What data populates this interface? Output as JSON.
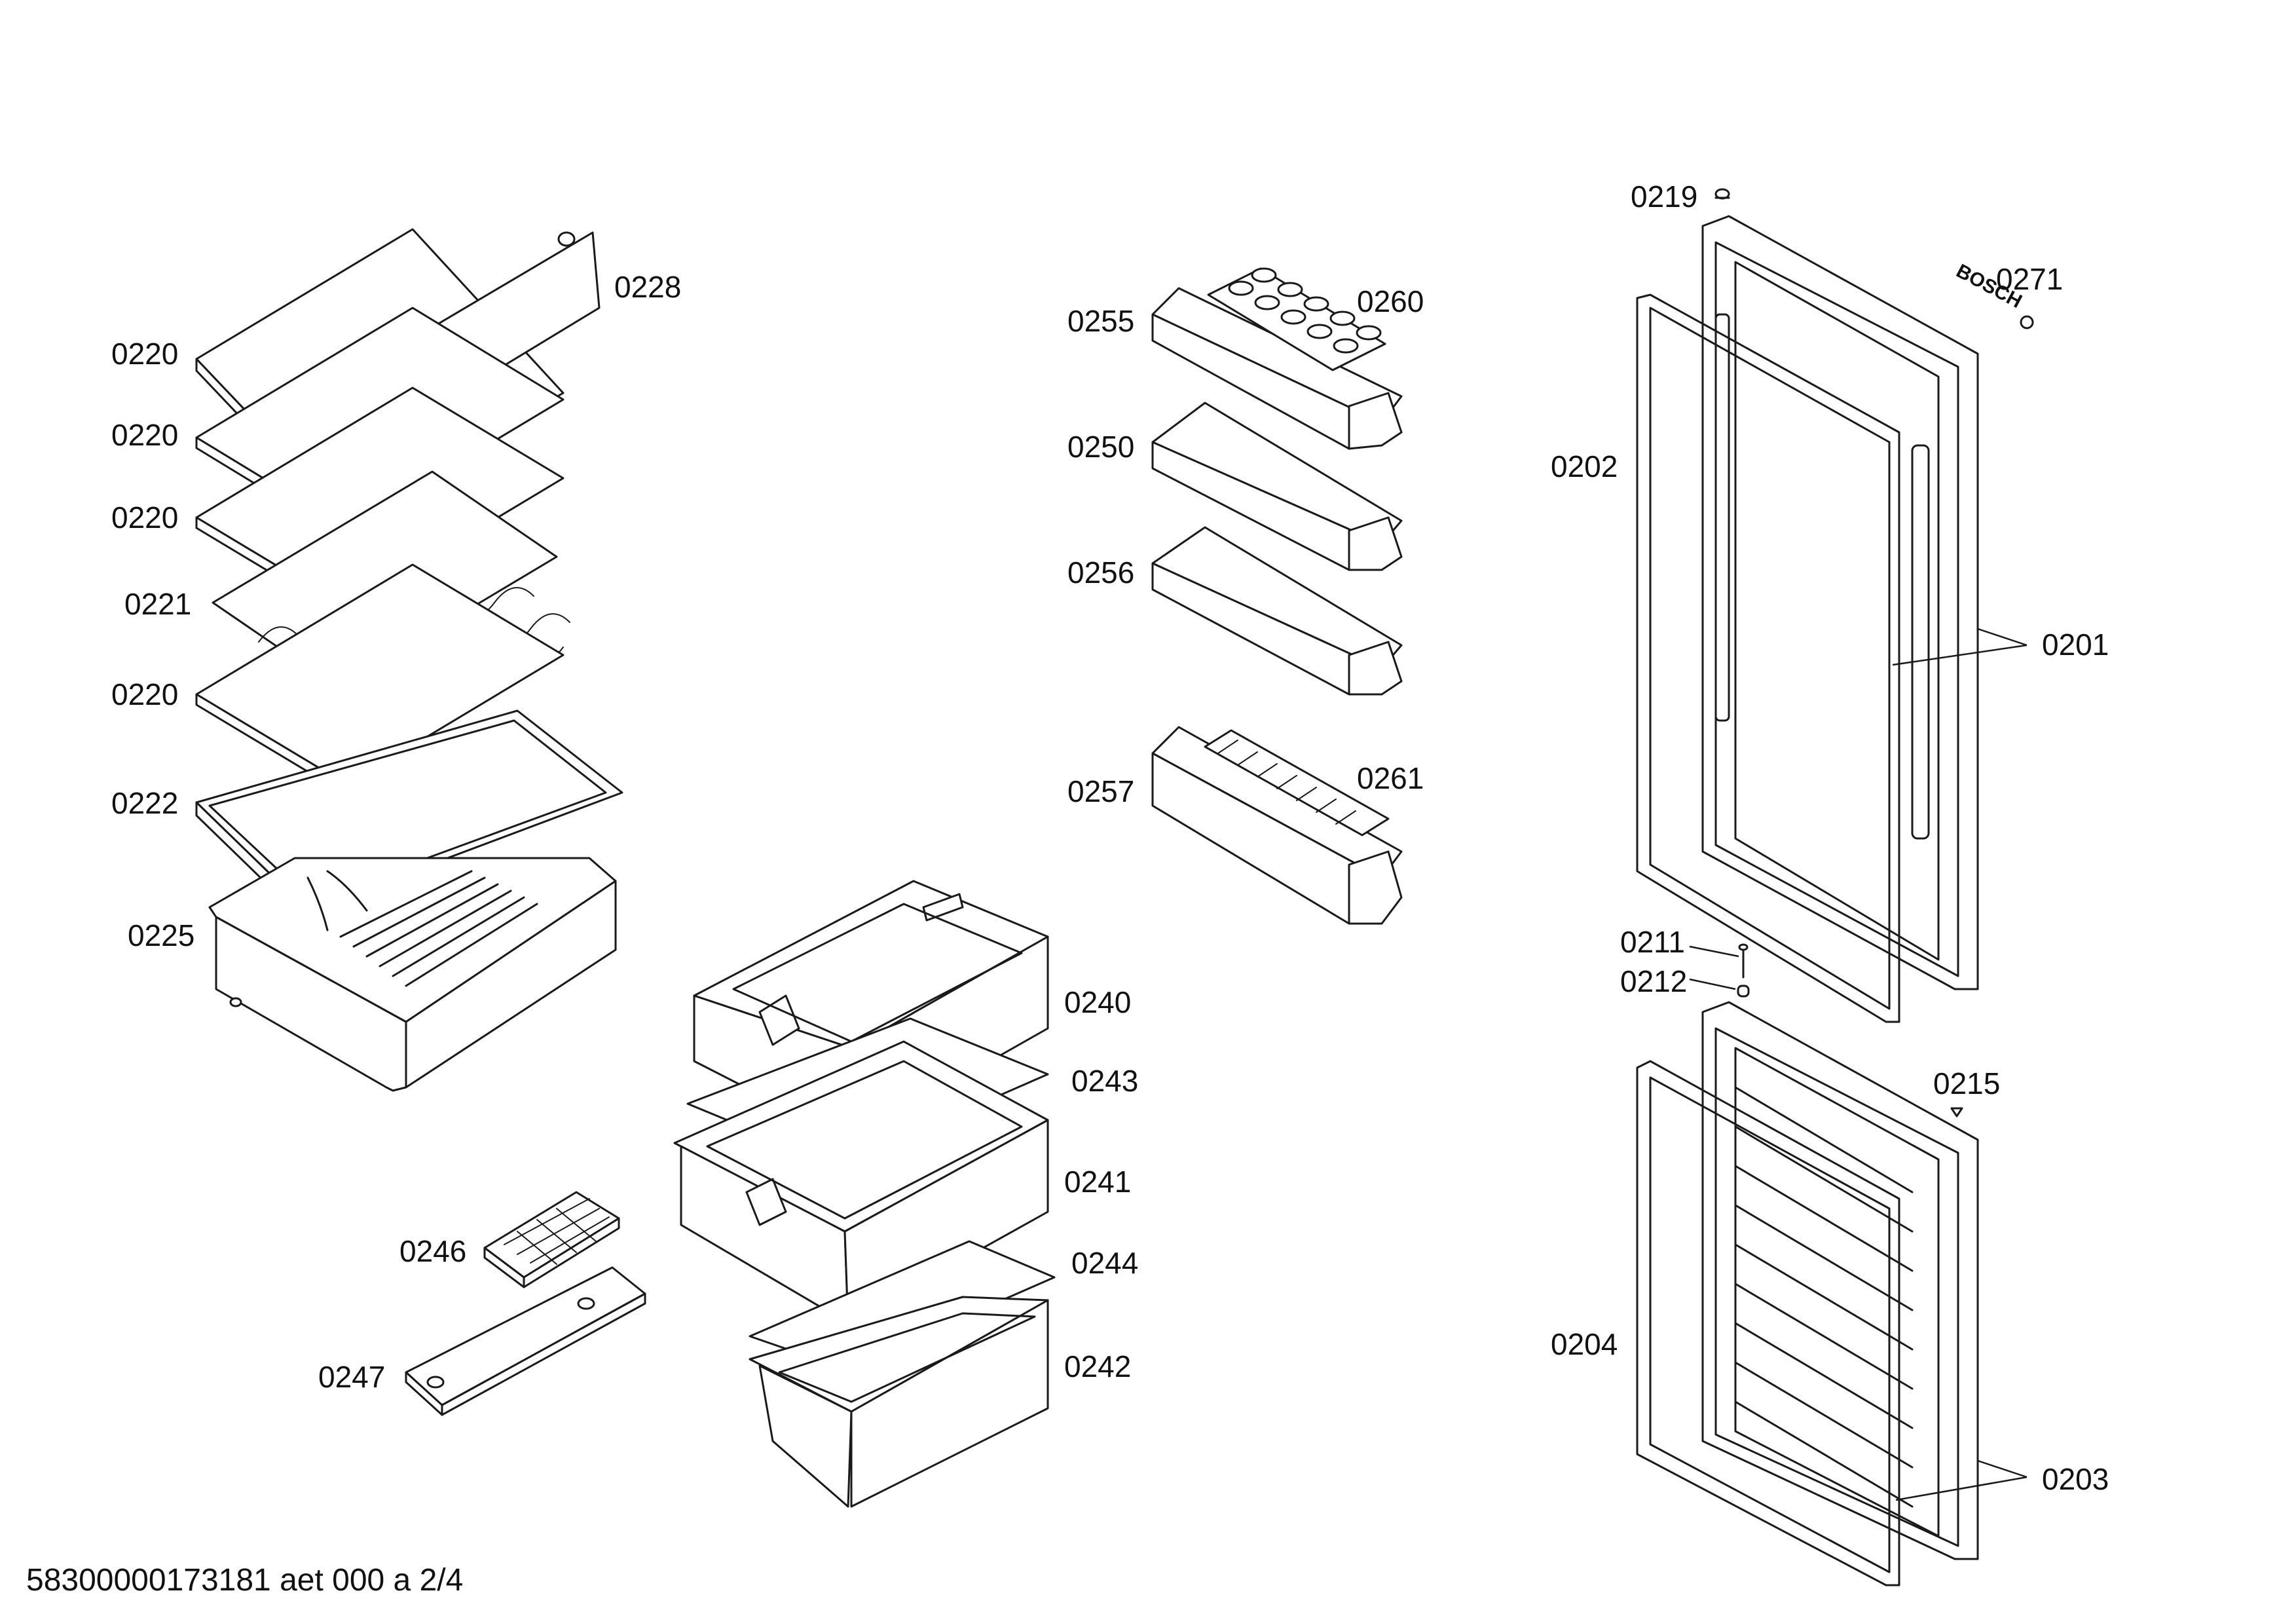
{
  "callouts": {
    "c0219": "0219",
    "c0271": "0271",
    "c0228": "0228",
    "c0220a": "0220",
    "c0220b": "0220",
    "c0220c": "0220",
    "c0221": "0221",
    "c0220d": "0220",
    "c0222": "0222",
    "c0225": "0225",
    "c0255": "0255",
    "c0260": "0260",
    "c0250": "0250",
    "c0256": "0256",
    "c0257": "0257",
    "c0261": "0261",
    "c0202": "0202",
    "c0201": "0201",
    "c0211": "0211",
    "c0212": "0212",
    "c0215": "0215",
    "c0240": "0240",
    "c0243": "0243",
    "c0241": "0241",
    "c0244": "0244",
    "c0242": "0242",
    "c0246": "0246",
    "c0247": "0247",
    "c0204": "0204",
    "c0203": "0203"
  },
  "brand_logo_text": "BOSCH",
  "footer": "58300000173181 aet 000 a 2/4"
}
